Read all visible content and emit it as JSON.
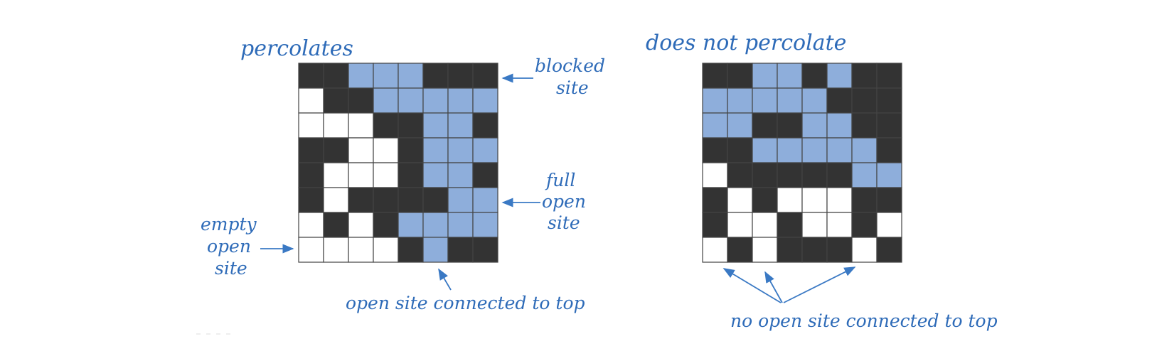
{
  "colors": {
    "blocked": "#333333",
    "full_open": "#8eaedb",
    "empty_open": "#ffffff",
    "text": "#2e6bb8",
    "arrow": "#3a79c4",
    "grid_line": "#444444"
  },
  "legend": {
    "B": "blocked site",
    "F": "full open site",
    "O": "empty open site"
  },
  "left": {
    "title": "percolates",
    "grid": [
      "BBFFFBBB",
      "OBBFFFFF",
      "OOOBBFFB",
      "BBOOBFFF",
      "BOOOBFFB",
      "BOBBBBFF",
      "OBOBFFFF",
      "OOOOBFBB"
    ],
    "labels": {
      "blocked_line1": "blocked",
      "blocked_line2": "site",
      "full_line1": "full",
      "full_line2": "open",
      "full_line3": "site",
      "empty_line1": "empty",
      "empty_line2": "open",
      "empty_line3": "site",
      "connected": "open site connected to top"
    }
  },
  "right": {
    "title": "does not percolate",
    "grid": [
      "BBFFBFBB",
      "FFFFFBBB",
      "FFBBFFBB",
      "BBFFFFFB",
      "OBBBBBFF",
      "BOBOOOBB",
      "BOOBOOBO",
      "OBOBBBOB"
    ],
    "labels": {
      "not_connected": "no open site connected to top"
    }
  }
}
